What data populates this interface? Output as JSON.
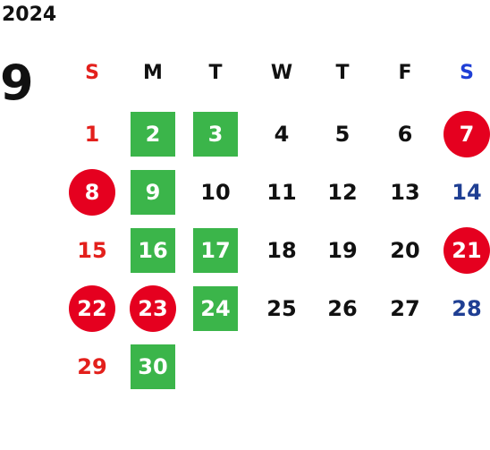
{
  "year": "2024",
  "month": "9",
  "colors": {
    "sunday": "#e3201c",
    "saturday": "#1f3f93",
    "holiday_circle": "#e5001f",
    "highlight_box": "#3bb54a",
    "text": "#111111"
  },
  "weekdays": [
    {
      "label": "S",
      "color": "#e3201c"
    },
    {
      "label": "M",
      "color": "#111111"
    },
    {
      "label": "T",
      "color": "#111111"
    },
    {
      "label": "W",
      "color": "#111111"
    },
    {
      "label": "T",
      "color": "#111111"
    },
    {
      "label": "F",
      "color": "#111111"
    },
    {
      "label": "S",
      "color": "#1f3fd6"
    }
  ],
  "days": [
    {
      "day": "1",
      "style": "red-text"
    },
    {
      "day": "2",
      "style": "green-box"
    },
    {
      "day": "3",
      "style": "green-box"
    },
    {
      "day": "4",
      "style": "plain"
    },
    {
      "day": "5",
      "style": "plain"
    },
    {
      "day": "6",
      "style": "plain"
    },
    {
      "day": "7",
      "style": "red-circle"
    },
    {
      "day": "8",
      "style": "red-circle"
    },
    {
      "day": "9",
      "style": "green-box"
    },
    {
      "day": "10",
      "style": "plain"
    },
    {
      "day": "11",
      "style": "plain"
    },
    {
      "day": "12",
      "style": "plain"
    },
    {
      "day": "13",
      "style": "plain"
    },
    {
      "day": "14",
      "style": "blue-text"
    },
    {
      "day": "15",
      "style": "red-text"
    },
    {
      "day": "16",
      "style": "green-box"
    },
    {
      "day": "17",
      "style": "green-box"
    },
    {
      "day": "18",
      "style": "plain"
    },
    {
      "day": "19",
      "style": "plain"
    },
    {
      "day": "20",
      "style": "plain"
    },
    {
      "day": "21",
      "style": "red-circle"
    },
    {
      "day": "22",
      "style": "red-circle"
    },
    {
      "day": "23",
      "style": "red-circle"
    },
    {
      "day": "24",
      "style": "green-box"
    },
    {
      "day": "25",
      "style": "plain"
    },
    {
      "day": "26",
      "style": "plain"
    },
    {
      "day": "27",
      "style": "plain"
    },
    {
      "day": "28",
      "style": "blue-text"
    },
    {
      "day": "29",
      "style": "red-text"
    },
    {
      "day": "30",
      "style": "green-box"
    }
  ]
}
